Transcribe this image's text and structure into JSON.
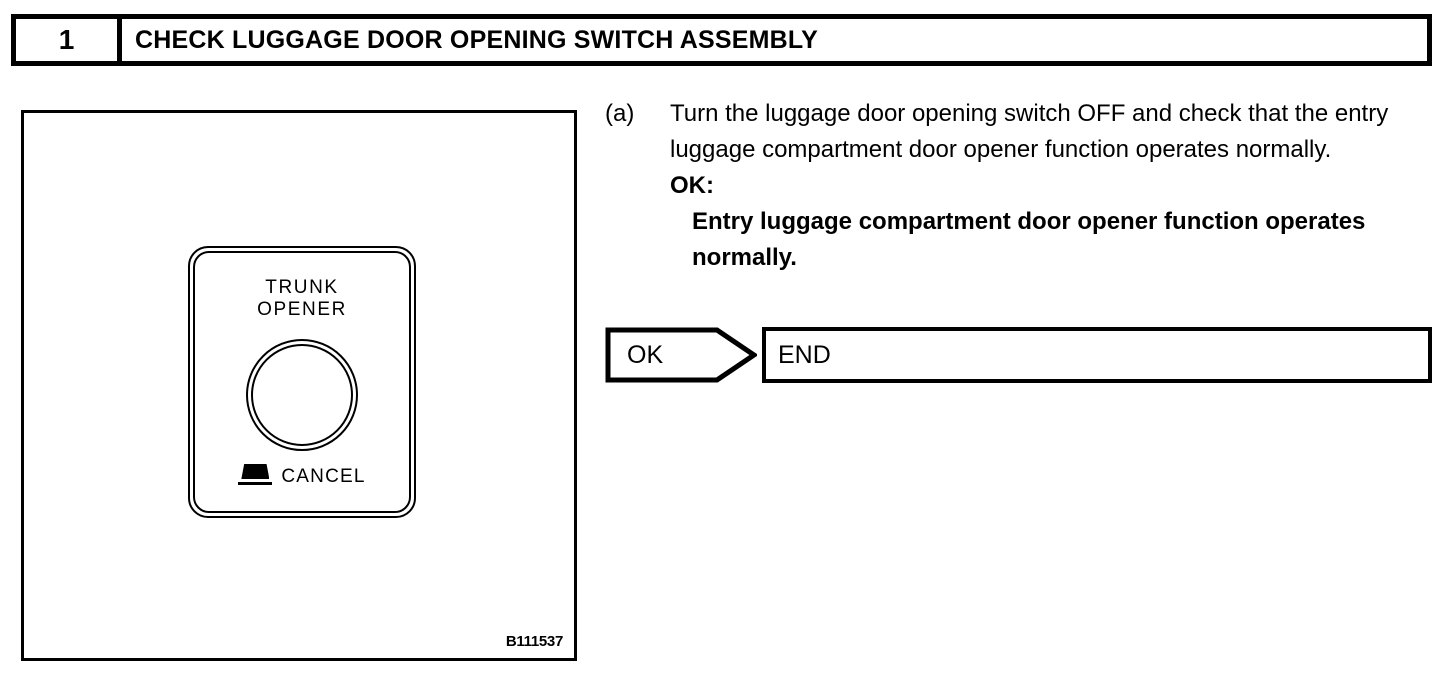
{
  "step_header": {
    "number": "1",
    "title": "CHECK LUGGAGE DOOR OPENING SWITCH ASSEMBLY"
  },
  "figure": {
    "code": "B111537",
    "switch": {
      "label_line1": "TRUNK",
      "label_line2": "OPENER",
      "cancel_label": "CANCEL",
      "cancel_icon": "trunk-lid-icon",
      "button_icon": "round-push-button"
    }
  },
  "procedure": {
    "marker": "(a)",
    "text": "Turn the luggage door opening switch OFF and check that the entry luggage compartment door opener function operates normally.",
    "ok_label": "OK:",
    "ok_criterion": "Entry luggage compartment door opener function operates normally."
  },
  "result": {
    "arrow_label": "OK",
    "destination": "END"
  },
  "colors": {
    "ink": "#000000",
    "paper": "#ffffff"
  }
}
